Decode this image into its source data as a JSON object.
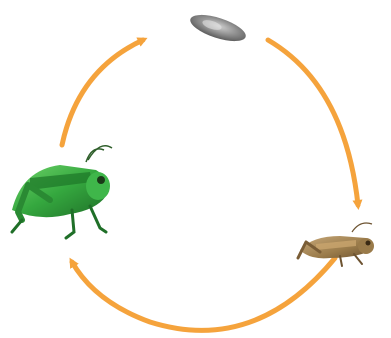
{
  "diagram": {
    "type": "life-cycle",
    "stages": [
      {
        "id": "egg",
        "icon": "egg-pod-icon"
      },
      {
        "id": "nymph",
        "icon": "nymph-grasshopper-icon"
      },
      {
        "id": "adult",
        "icon": "adult-green-grasshopper-icon"
      }
    ],
    "arrow_color": "#f5a33c",
    "colors": {
      "egg": "#8a8a8a",
      "nymph": "#9a7b4a",
      "adult_body": "#3fb64a",
      "adult_dark": "#1f7a2a"
    }
  }
}
